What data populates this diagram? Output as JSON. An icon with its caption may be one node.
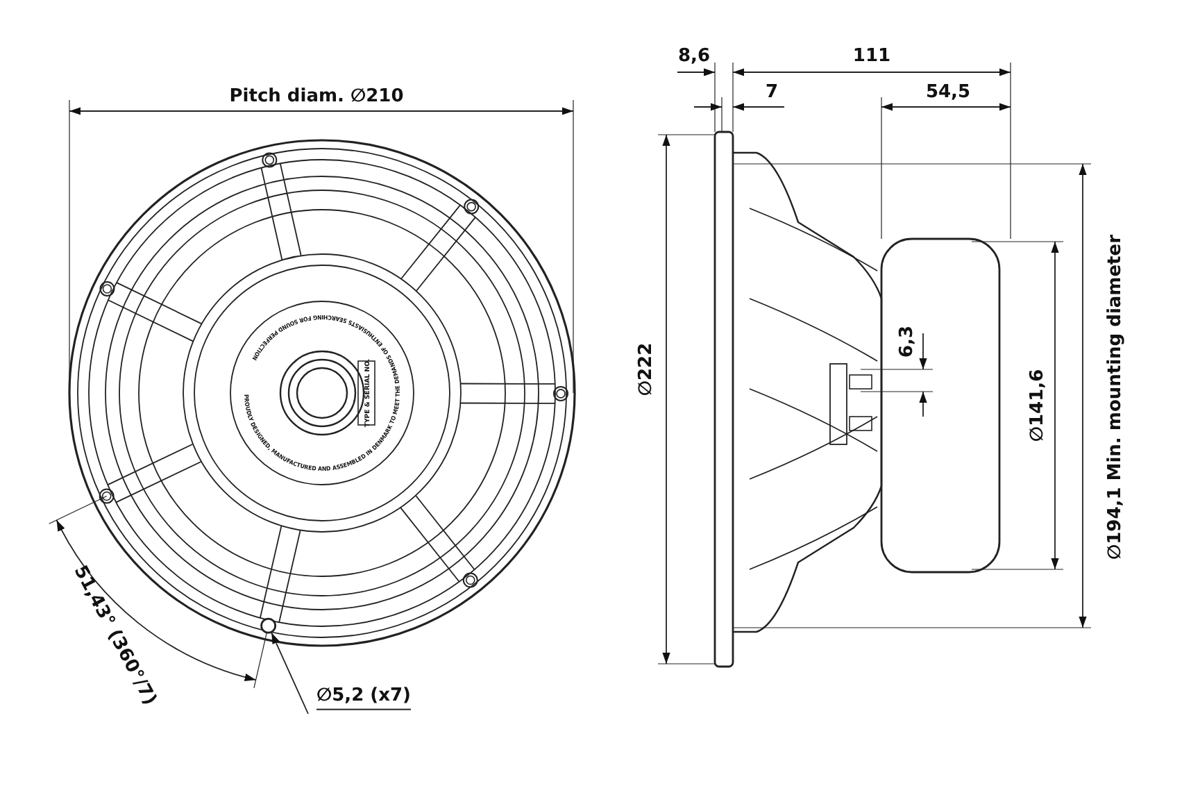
{
  "diagram": {
    "nodes": [
      {
        "text": [
          "∅5,2 (x7)"
        ]
      },
      {
        "text": [],
        "shape": "circle"
      }
    ],
    "edges": [
      {
        "from": 0,
        "to": 1,
        "arrow": "to"
      }
    ],
    "labels": [
      "Pitch diam. ∅210",
      "51,43° (360°/7)",
      "TYPE & SERIAL NO.",
      "PROUDLY DESIGNED, MANUFACTURED AND ASSEMBLED IN DENMARK TO MEET THE DEMANDS OF ENTHUSIASTS SEARCHING FOR SOUND PERFECTION",
      "8,6",
      "111",
      "7",
      "54,5",
      "∅222",
      "6,3",
      "∅141,6",
      "∅194,1 Min. mounting diameter"
    ]
  }
}
